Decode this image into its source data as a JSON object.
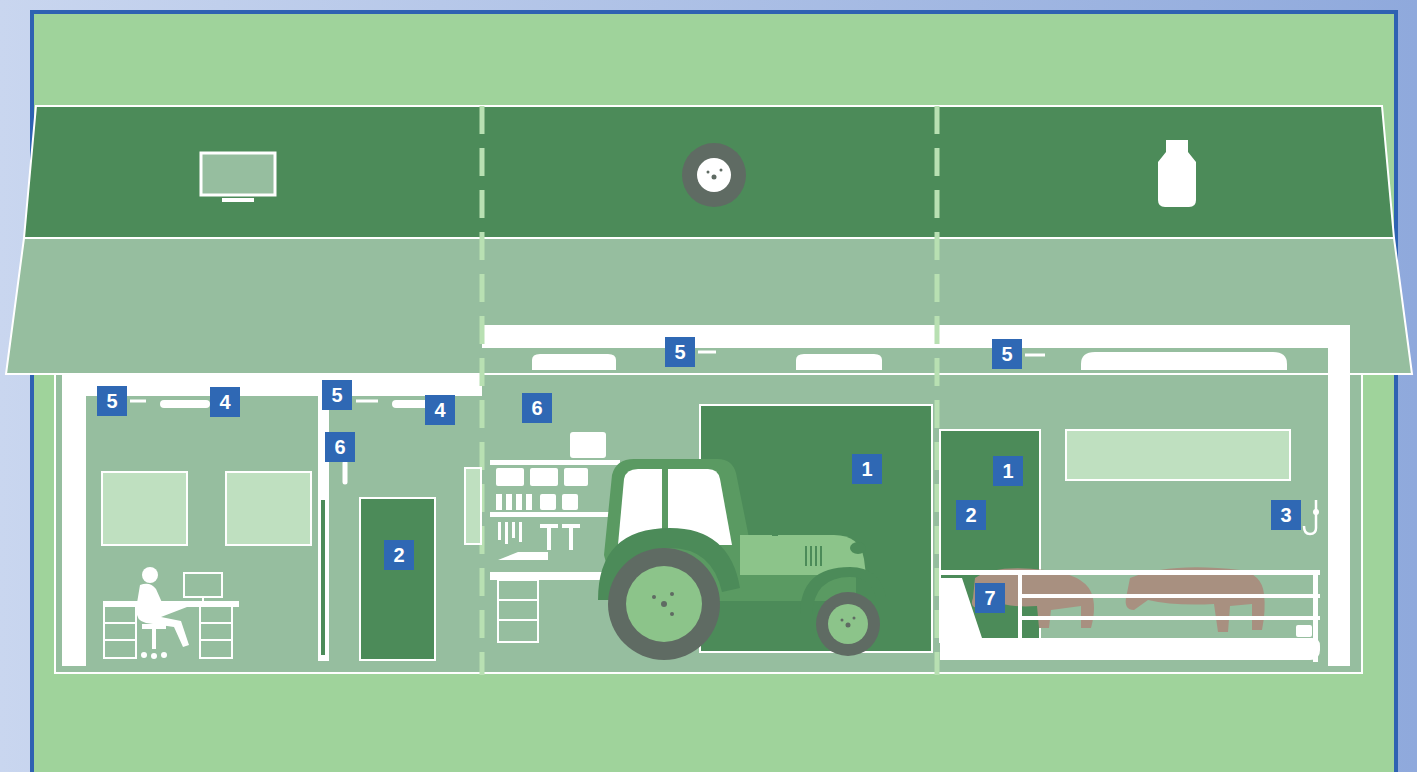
{
  "diagram": {
    "labels": [
      "5",
      "4",
      "5",
      "4",
      "6",
      "6",
      "5",
      "5",
      "1",
      "1",
      "2",
      "2",
      "3",
      "7"
    ]
  }
}
